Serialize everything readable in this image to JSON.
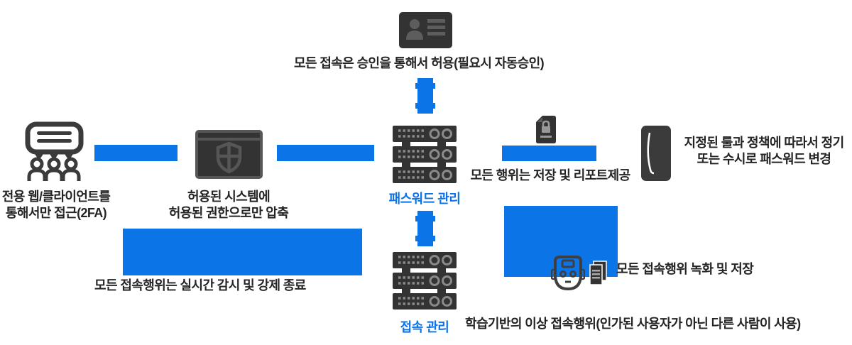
{
  "colors": {
    "accent_blue": "#0b75e8",
    "icon_dark": "#3b3b3b",
    "text_dark": "#242424"
  },
  "approval": {
    "caption": "모든 접속은 승인을 통해서 허용(필요시 자동승인)"
  },
  "client": {
    "line1": "전용 웹/클라이언트를",
    "line2": "통해서만 접근(2FA)"
  },
  "permission": {
    "line1": "허용된 시스템에",
    "line2": "허용된 권한으로만 압축"
  },
  "password_manager": {
    "label": "패스워드 관리"
  },
  "access_manager": {
    "label": "접속 관리"
  },
  "report": {
    "caption": "모든 행위는 저장 및 리포트제공"
  },
  "password_rotation": {
    "line1": "지정된 룰과 정책에 따라서 정기",
    "line2": "또는 수시로 패스워드 변경"
  },
  "monitoring": {
    "caption": "모든 접속행위는 실시간 감시 및 강제 종료"
  },
  "recording": {
    "caption": "모든 접속행위 녹화 및 저장"
  },
  "anomaly": {
    "caption": "학습기반의 이상 접속행위(인가된 사용자가 아닌 다른 사람이 사용)"
  },
  "icons": {
    "top": "id-card-icon",
    "client": "audience-chat-icon",
    "permission": "shield-window-icon",
    "password_server": "server-stack-icon",
    "access_server": "server-stack-icon",
    "report": "locked-document-icon",
    "rotation": "rounded-device-icon",
    "recording_robot": "robot-head-icon",
    "recording_pages": "documents-icon",
    "connector": "double-arrow-vertical"
  }
}
